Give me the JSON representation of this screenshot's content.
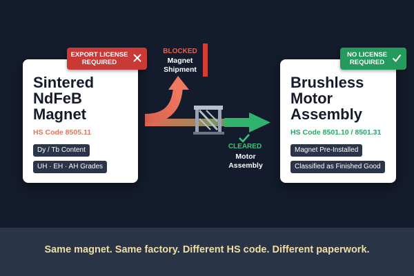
{
  "left_card": {
    "title_lines": [
      "Sintered",
      "NdFeB",
      "Magnet"
    ],
    "hs_code": "HS Code 8505.11",
    "tags": [
      "Dy / Tb Content",
      "UH · EH · AH Grades"
    ],
    "badge": {
      "text_lines": [
        "EXPORT LICENSE",
        "REQUIRED"
      ],
      "icon": "x-icon"
    }
  },
  "right_card": {
    "title_lines": [
      "Brushless",
      "Motor",
      "Assembly"
    ],
    "hs_code": "HS Code 8501.10 / 8501.31",
    "tags": [
      "Magnet Pre-Installed",
      "Classified as Finished Good"
    ],
    "badge": {
      "text_lines": [
        "NO LICENSE",
        "REQUIRED"
      ],
      "icon": "check-icon"
    }
  },
  "blocked_path": {
    "status": "BLOCKED",
    "label_lines": [
      "Magnet",
      "Shipment"
    ]
  },
  "cleared_path": {
    "status": "CLEARED",
    "label_lines": [
      "Motor",
      "Assembly"
    ]
  },
  "footer": "Same magnet. Same factory. Different HS code. Different paperwork.",
  "colors": {
    "background": "#141b2c",
    "footer_bg": "#2a3447",
    "footer_text": "#f2dda3",
    "blocked": "#e25c4a",
    "cleared": "#2fb36d",
    "license_required": "#c93a37",
    "no_license": "#259a5d"
  }
}
